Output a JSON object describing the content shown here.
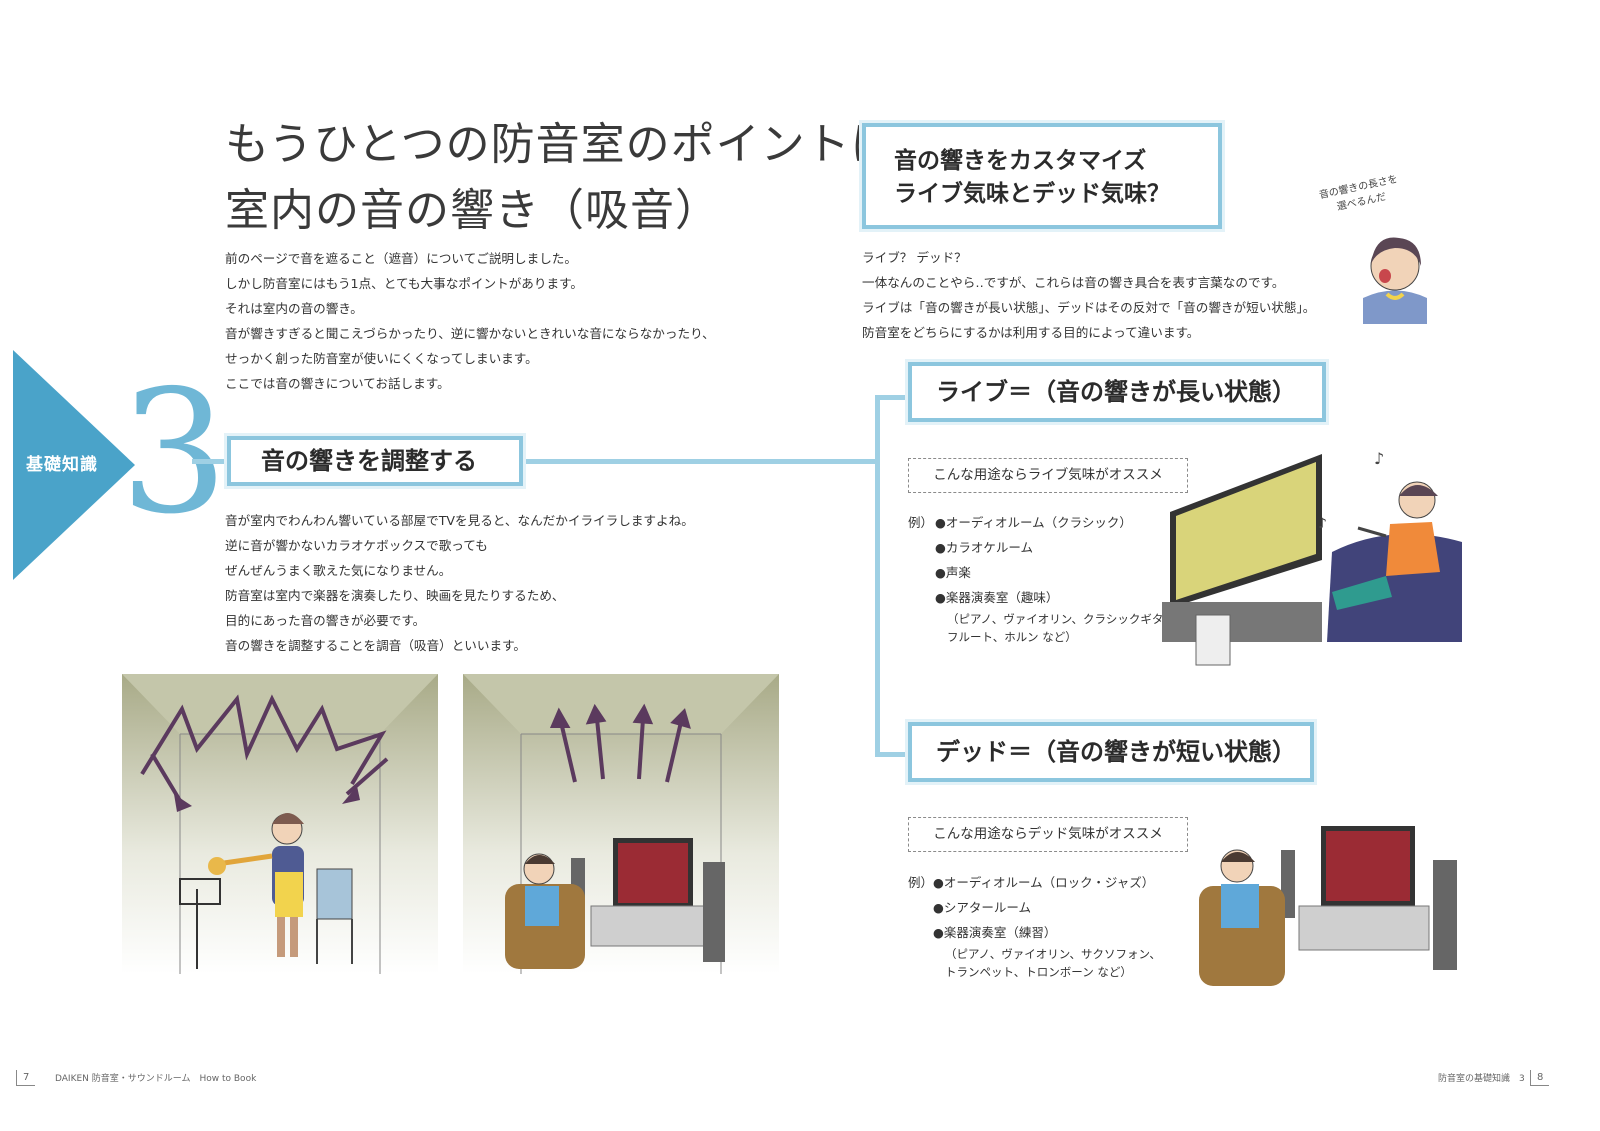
{
  "title": {
    "line1": "もうひとつの防音室のポイントは",
    "line2": "室内の音の響き（吸音）"
  },
  "intro": [
    "前のページで音を遮ること（遮音）についてご説明しました。",
    "しかし防音室にはもう1点、とても大事なポイントがあります。",
    "それは室内の音の響き。",
    "音が響きすぎると聞こえづらかったり、逆に響かないときれいな音にならなかったり、",
    "せっかく創った防音室が使いにくくなってしまいます。",
    "ここでは音の響きについてお話します。"
  ],
  "chapter": {
    "label": "基礎知識",
    "number": "3"
  },
  "section_heading": "音の響きを調整する",
  "section_body": [
    "音が室内でわんわん響いている部屋でTVを見ると、なんだかイライラしますよね。",
    "逆に音が響かないカラオケボックスで歌っても",
    "ぜんぜんうまく歌えた気になりません。",
    "防音室は室内で楽器を演奏したり、映画を見たりするため、",
    "目的にあった音の響きが必要です。",
    "音の響きを調整することを調音（吸音）といいます。"
  ],
  "custom_box": {
    "line1": "音の響きをカスタマイズ",
    "line2": "ライブ気味とデッド気味？"
  },
  "speech_bubble": {
    "line1": "音の響きの長さを",
    "line2": "選べるんだ"
  },
  "right_intro": [
    "ライブ？ デッド？",
    "一体なんのことやら‥ですが、これらは音の響き具合を表す言葉なのです。",
    "ライブは「音の響きが長い状態」、デッドはその反対で「音の響きが短い状態」。",
    "防音室をどちらにするかは利用する目的によって違います。"
  ],
  "live": {
    "heading": "ライブ＝（音の響きが長い状態）",
    "recommend": "こんな用途ならライブ気味がオススメ",
    "example_prefix": "例）",
    "items": [
      "●オーディオルーム（クラシック）",
      "●カラオケルーム",
      "●声楽",
      "●楽器演奏室（趣味）"
    ],
    "note1": "（ピアノ、ヴァイオリン、クラシックギター、",
    "note2": "フルート、ホルン など）"
  },
  "dead": {
    "heading": "デッド＝（音の響きが短い状態）",
    "recommend": "こんな用途ならデッド気味がオススメ",
    "example_prefix": "例）",
    "items": [
      "●オーディオルーム（ロック・ジャズ）",
      "●シアタールーム",
      "●楽器演奏室（練習）"
    ],
    "note1": "（ピアノ、ヴァイオリン、サクソフォン、",
    "note2": "トランペット、トロンボーン など）"
  },
  "footer": {
    "left_page": "7",
    "left_text": "DAIKEN 防音室・サウンドルーム　How to Book",
    "right_text": "防音室の基礎知識　3",
    "right_page": "8"
  },
  "colors": {
    "accent": "#4aa3c9",
    "accent_light": "#8cc6de",
    "arrow": "#5b3a5e"
  }
}
